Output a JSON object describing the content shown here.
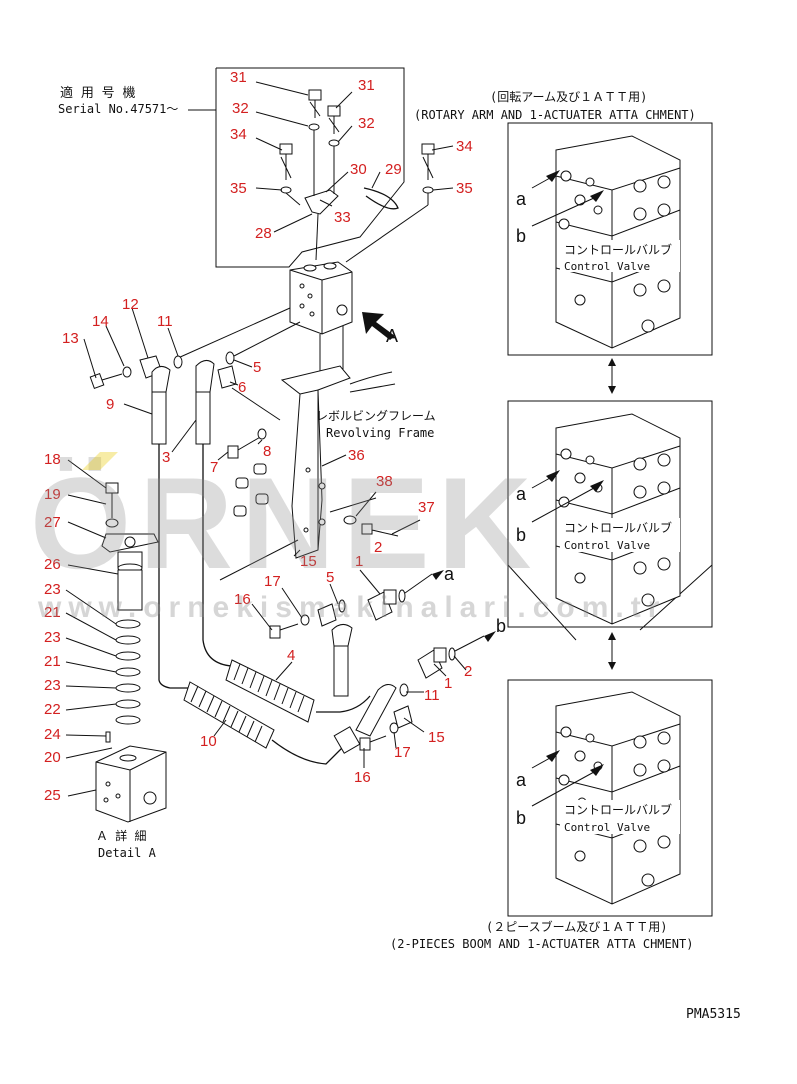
{
  "header": {
    "serial_jp": "適 用 号 機",
    "serial_en": "Serial No.47571～",
    "rotary_jp": "(回転アーム及び１ＡＴＴ用)",
    "rotary_en": "(ROTARY ARM AND 1-ACTUATER ATTA CHMENT)"
  },
  "labels": {
    "revolving_jp": "レボルビングフレーム",
    "revolving_en": "Revolving Frame",
    "control_jp": "コントロールバルブ",
    "control_en": "Control Valve",
    "detail_jp": "Ａ 詳 細",
    "detail_en": "Detail A",
    "arrow_a": "A",
    "port_a": "a",
    "port_b": "b"
  },
  "footer": {
    "boom_jp": "(２ピースブーム及び１ＡＴＴ用)",
    "boom_en": "(2-PIECES BOOM AND 1-ACTUATER ATTA CHMENT)",
    "code": "PMA5315"
  },
  "watermark": {
    "brand": "ÖRNEK",
    "url": "www.ornekismakinalari.com.tr"
  },
  "callouts": [
    "31",
    "31",
    "32",
    "32",
    "34",
    "34",
    "35",
    "35",
    "30",
    "29",
    "33",
    "28",
    "13",
    "14",
    "12",
    "11",
    "5",
    "6",
    "9",
    "3",
    "8",
    "7",
    "36",
    "18",
    "19",
    "27",
    "26",
    "23",
    "21",
    "23",
    "21",
    "23",
    "22",
    "24",
    "20",
    "25",
    "38",
    "37",
    "2",
    "15",
    "1",
    "5",
    "17",
    "16",
    "4",
    "10",
    "2",
    "1",
    "11",
    "15",
    "16",
    "17"
  ]
}
